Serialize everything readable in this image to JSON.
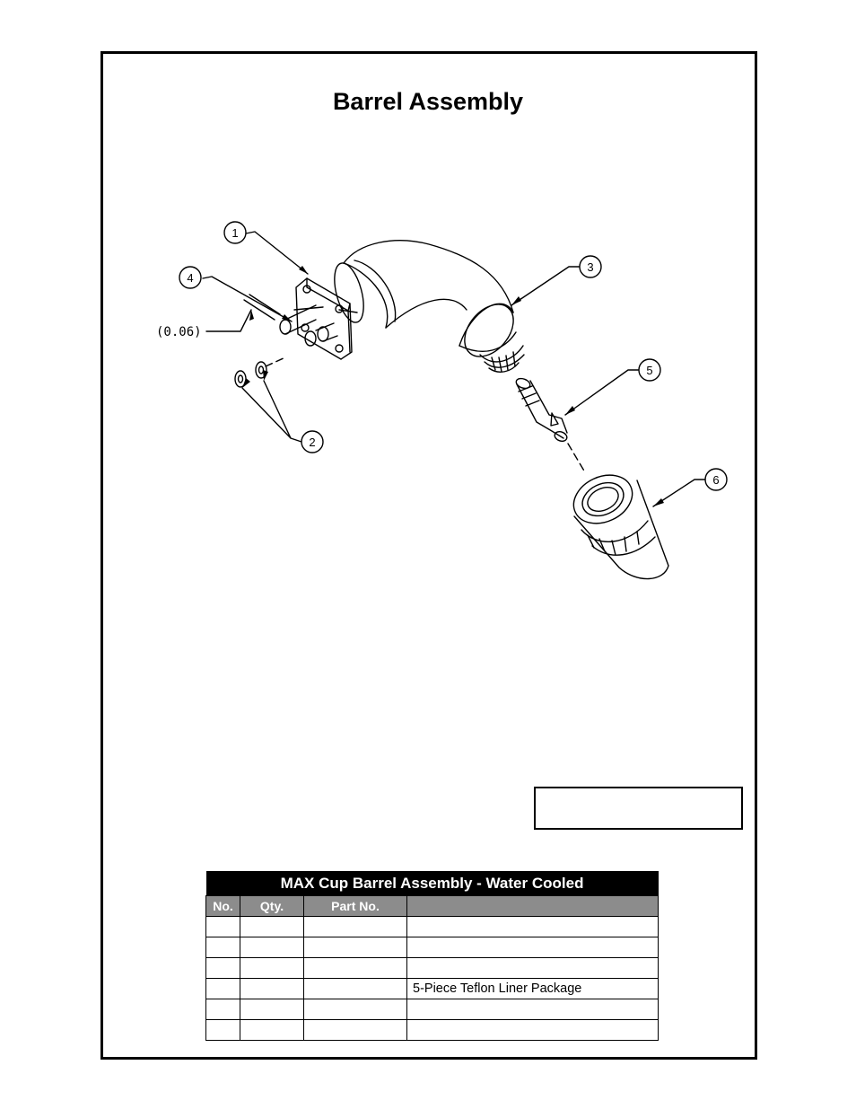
{
  "page": {
    "title": "Barrel Assembly"
  },
  "drawing": {
    "dimension_label": "(0.06)",
    "callouts": [
      "1",
      "2",
      "3",
      "4",
      "5",
      "6"
    ]
  },
  "parts_table": {
    "title": "MAX Cup Barrel Assembly - Water Cooled",
    "columns": [
      "No.",
      "Qty.",
      "Part No.",
      ""
    ],
    "rows": [
      {
        "no": "",
        "qty": "",
        "part_no": "",
        "description": ""
      },
      {
        "no": "",
        "qty": "",
        "part_no": "",
        "description": ""
      },
      {
        "no": "",
        "qty": "",
        "part_no": "",
        "description": ""
      },
      {
        "no": "",
        "qty": "",
        "part_no": "",
        "description": "5-Piece Teflon Liner Package"
      },
      {
        "no": "",
        "qty": "",
        "part_no": "",
        "description": ""
      },
      {
        "no": "",
        "qty": "",
        "part_no": "",
        "description": ""
      }
    ]
  }
}
